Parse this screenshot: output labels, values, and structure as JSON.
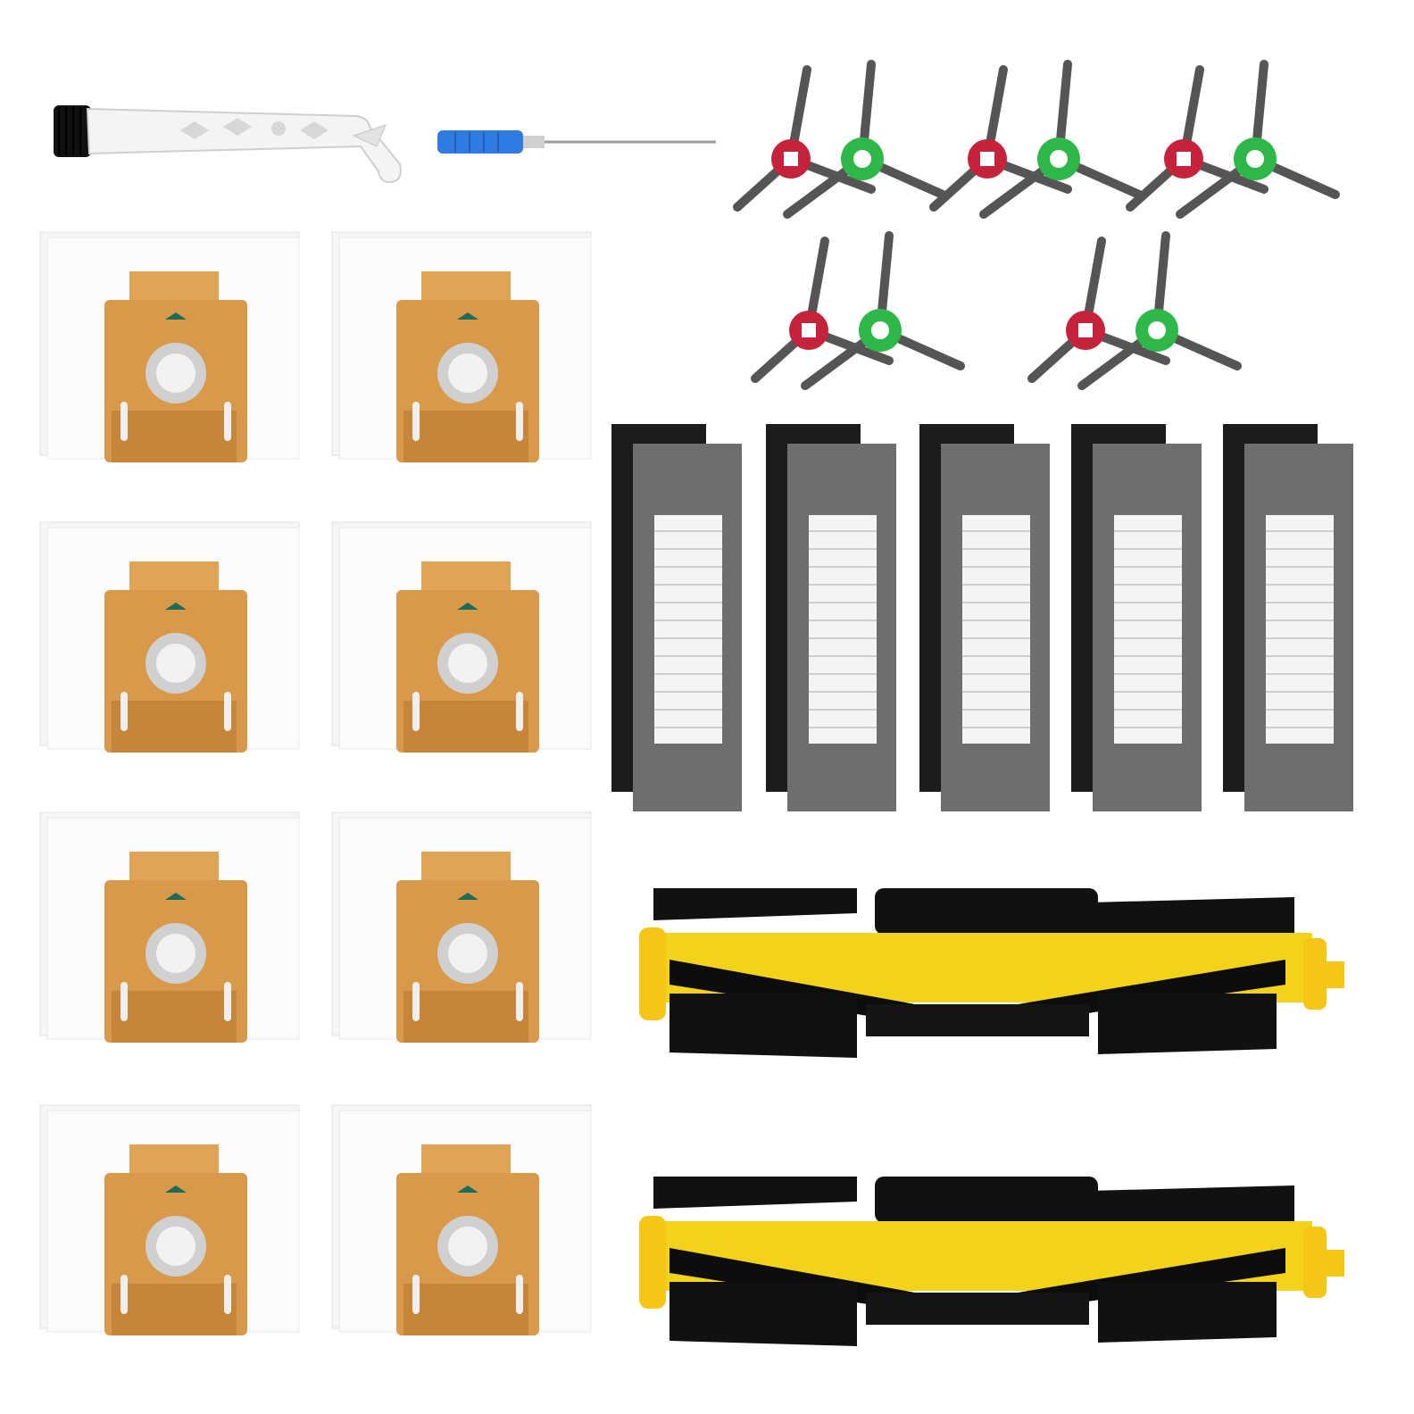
{
  "scene": {
    "type": "product-kit-photo",
    "background": "#ffffff"
  },
  "items": {
    "tools": [
      {
        "kind": "cleaning-brush-tool",
        "count": 1,
        "colors": {
          "body": "#f2f2f2",
          "bristles": "#111111"
        }
      },
      {
        "kind": "screwdriver",
        "count": 1,
        "colors": {
          "handle": "#2f7be0",
          "shaft": "#b9b9b9"
        }
      }
    ],
    "dust_bags": {
      "count": 8,
      "colors": {
        "bag": "#f5f5f5",
        "card": "#d89a4a",
        "card_dark": "#c7853a",
        "mark": "#1f6b5a",
        "ring": "#bdbdbd"
      }
    },
    "side_brushes": {
      "pairs": 5,
      "colors": {
        "arm": "#555555",
        "hub_red": "#c5223b",
        "hub_green": "#2fb84a"
      }
    },
    "filters": {
      "count": 5,
      "colors": {
        "foam": "#1c1c1c",
        "frame": "#6e6e6e",
        "pleats": "#f4f4f4"
      }
    },
    "main_brushes": {
      "count": 2,
      "colors": {
        "roller": "#f2d21b",
        "bristle": "#0d0d0d",
        "cap": "#f5c518"
      }
    }
  }
}
